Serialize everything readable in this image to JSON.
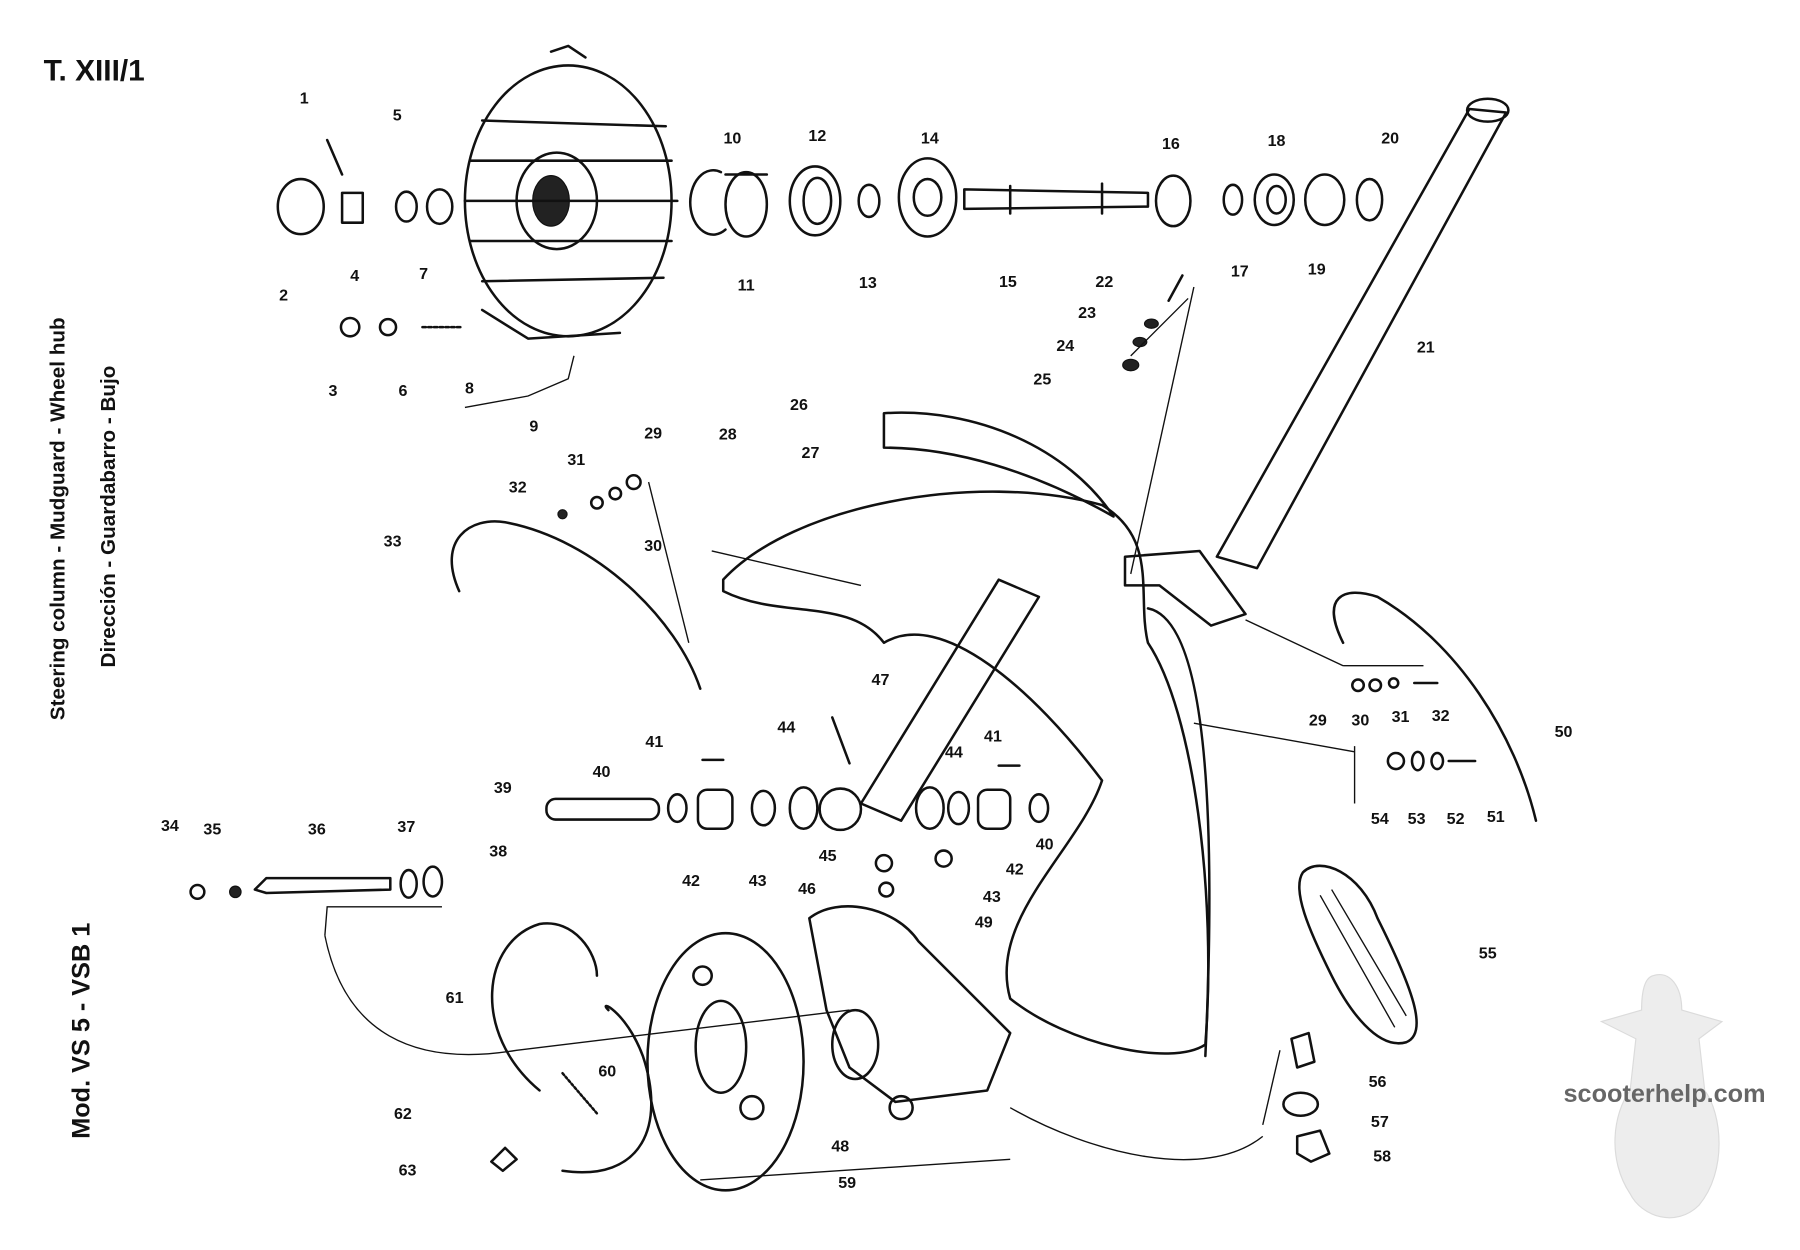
{
  "plate": {
    "title": "T. XIII/1",
    "caption_en": "Steering column - Mudguard - Wheel hub",
    "caption_es": "Dirección - Guardabarro - Bujo",
    "model": "Mod. VS 5 - VSB 1"
  },
  "watermark": {
    "text": "scooterhelp.com"
  },
  "part_labels": [
    "1",
    "2",
    "3",
    "4",
    "5",
    "6",
    "7",
    "8",
    "9",
    "10",
    "11",
    "12",
    "13",
    "14",
    "15",
    "16",
    "17",
    "18",
    "19",
    "20",
    "21",
    "22",
    "23",
    "24",
    "25",
    "26",
    "27",
    "28",
    "29",
    "30",
    "31",
    "32",
    "33",
    "34",
    "35",
    "36",
    "37",
    "38",
    "39",
    "40",
    "41",
    "42",
    "43",
    "44",
    "45",
    "46",
    "47",
    "44",
    "41",
    "42",
    "43",
    "49",
    "40",
    "48",
    "29",
    "30",
    "31",
    "32",
    "50",
    "54",
    "53",
    "52",
    "51",
    "55",
    "56",
    "57",
    "58",
    "59",
    "60",
    "61",
    "62",
    "63"
  ]
}
